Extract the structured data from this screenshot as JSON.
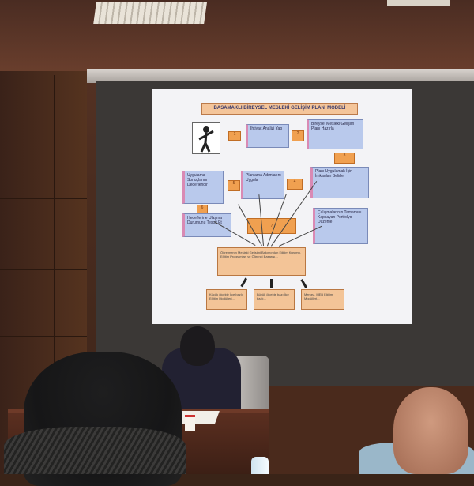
{
  "slide": {
    "title": "BASAMAKLI BİREYSEL MESLEKİ GELİŞİM PLANI MODELİ",
    "steps": [
      {
        "label": "İhtiyaç Analizi Yap"
      },
      {
        "label": "Bireysel Mesleki Gelişim Planı Hazırla"
      },
      {
        "label": "Planı Uygulamak İçin İmkanları Belirle"
      },
      {
        "label": "Planlama Adımlarını Uygula"
      },
      {
        "label": "Uygulama Sonuçlarını Değerlendir"
      },
      {
        "label": "Hedeflerine Ulaşma Durumunu Tespit Et"
      },
      {
        "label": "Çalışmalarının Tamamını Kapsayan Portfolyo Düzenle"
      }
    ],
    "step_numbers": [
      "1",
      "2",
      "3",
      "4",
      "5",
      "6",
      "7"
    ],
    "center_text": "Öğretmenin Mesleki Gelişimi Bakımından Eğitim Kurumu, Eğitim Programları ve Öğrenci Başarısı...",
    "bottom_boxes": [
      {
        "label": "Küçük ölçekte İlçe bazlı Eğitim Modülleri..."
      },
      {
        "label": "Büyük ölçekte bazı İlçe bazlı..."
      },
      {
        "label": "Merkez, MEB Eğitim Modülleri..."
      }
    ]
  }
}
